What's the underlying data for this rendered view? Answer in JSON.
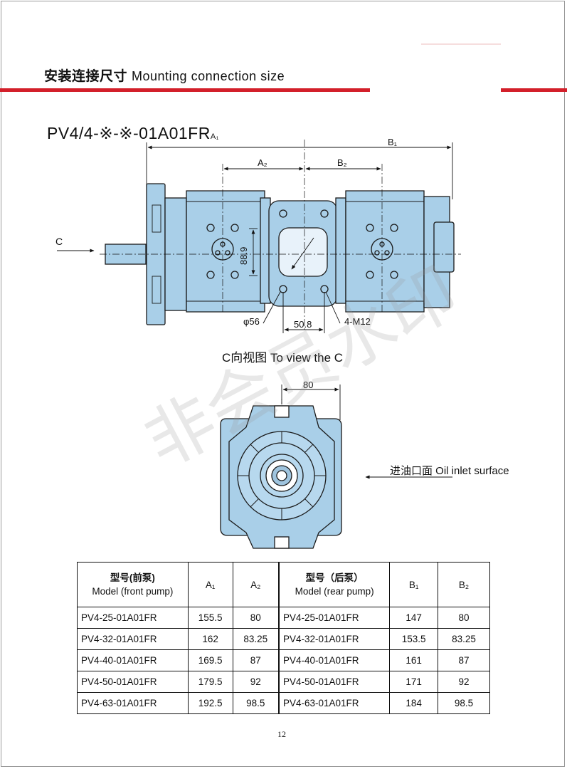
{
  "header": {
    "title_cn": "安装连接尺寸",
    "title_en": "Mounting connection size"
  },
  "model_code": {
    "main": "PV4/4-※-※-01A01FR",
    "sub": "A₁"
  },
  "dims": {
    "a1": "A₁",
    "a2": "A₂",
    "b1": "B₁",
    "b2": "B₂",
    "c_arrow": "C",
    "d889": "88.9",
    "phi56": "φ56",
    "d508": "50.8",
    "m12": "4-M12",
    "d80": "80"
  },
  "c_view": {
    "title": "C向视图 To view the C",
    "inlet_label": "进油口面 Oil inlet surface"
  },
  "watermark": "非会员水印",
  "table": {
    "headers": {
      "front_cn": "型号(前泵)",
      "front_en": "Model (front pump)",
      "a1": "A₁",
      "a2": "A₂",
      "rear_cn": "型号（后泵）",
      "rear_en": "Model (rear pump)",
      "b1": "B₁",
      "b2": "B₂"
    },
    "rows": [
      {
        "front": "PV4-25-01A01FR",
        "a1": "155.5",
        "a2": "80",
        "rear": "PV4-25-01A01FR",
        "b1": "147",
        "b2": "80"
      },
      {
        "front": "PV4-32-01A01FR",
        "a1": "162",
        "a2": "83.25",
        "rear": "PV4-32-01A01FR",
        "b1": "153.5",
        "b2": "83.25"
      },
      {
        "front": "PV4-40-01A01FR",
        "a1": "169.5",
        "a2": "87",
        "rear": "PV4-40-01A01FR",
        "b1": "161",
        "b2": "87"
      },
      {
        "front": "PV4-50-01A01FR",
        "a1": "179.5",
        "a2": "92",
        "rear": "PV4-50-01A01FR",
        "b1": "171",
        "b2": "92"
      },
      {
        "front": "PV4-63-01A01FR",
        "a1": "192.5",
        "a2": "98.5",
        "rear": "PV4-63-01A01FR",
        "b1": "184",
        "b2": "98.5"
      }
    ]
  },
  "page_number": "12",
  "colors": {
    "accent_red": "#d31f2a",
    "pump_fill": "#a9cfe8",
    "pump_stroke": "#1a1a1a"
  }
}
